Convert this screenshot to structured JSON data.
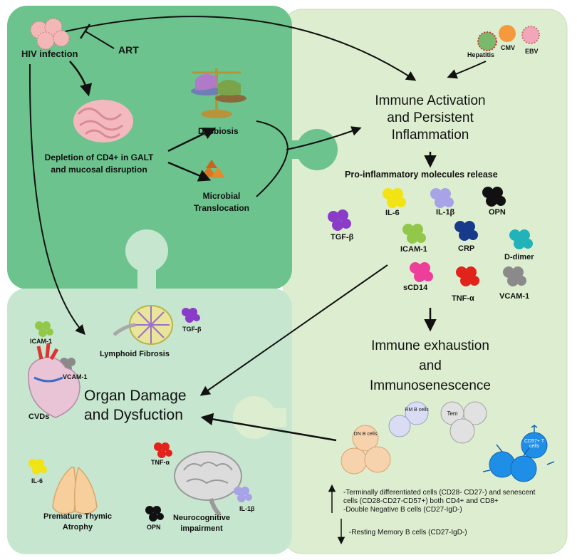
{
  "hiv_panel": {
    "hiv_infection": "HIV infection",
    "art": "ART",
    "depletion_line1": "Depletion of CD4+ in GALT",
    "depletion_line2": "and mucosal disruption",
    "dysbiosis": "Dysbiosis",
    "microbial_line1": "Microbial",
    "microbial_line2": "Translocation"
  },
  "viruses": {
    "hepatitis": "Hepatitis",
    "cmv": "CMV",
    "ebv": "EBV"
  },
  "immune_panel": {
    "activation_line1": "Immune Activation",
    "activation_line2": "and Persistent",
    "activation_line3": "Inflammation",
    "release_title": "Pro-inflammatory molecules release",
    "molecules": {
      "il6": "IL-6",
      "il1b": "IL-1β",
      "opn": "OPN",
      "tgfb": "TGF-β",
      "icam1": "ICAM-1",
      "crp": "CRP",
      "ddimer": "D-dimer",
      "scd14": "sCD14",
      "tnfa": "TNF-α",
      "vcam1": "VCAM-1"
    },
    "exhaustion_line1": "Immune exhaustion",
    "exhaustion_line2": "and",
    "exhaustion_line3": "Immunosenescence",
    "cells": {
      "dn_b": "DN B cells",
      "rm_b": "RM B cells",
      "tem": "Tem",
      "cd57_t": "CD57+ T cells"
    },
    "up_note_line1": "-Terminally differentiated cells (CD28- CD27-) and senescent",
    "up_note_line2": "cells (CD28-CD27-CD57+) both CD4+ and CD8+",
    "up_note_line3": "-Double Negative B cells (CD27-IgD-)",
    "down_note": "-Resting Memory B cells (CD27-IgD-)"
  },
  "organ_panel": {
    "title_line1": "Organ Damage",
    "title_line2": "and Dysfuction",
    "icam1": "ICAM-1",
    "vcam1": "VCAM-1",
    "cvds": "CVDs",
    "lymphoid_fibrosis": "Lymphoid Fibrosis",
    "tgfb": "TGF-β",
    "il6": "IL-6",
    "thymic_line1": "Premature Thymic",
    "thymic_line2": "Atrophy",
    "tnfa": "TNF-α",
    "opn": "OPN",
    "il1b": "IL-1β",
    "neuro_line1": "Neurocognitive",
    "neuro_line2": "impairment"
  },
  "colors": {
    "top_left_panel": "#6dc38d",
    "right_panel": "#ddeed0",
    "bottom_left_panel": "#c6e6cf",
    "il6": "#f2e413",
    "il1b": "#a7a3e6",
    "opn": "#111111",
    "tgfb": "#8a3cc9",
    "icam1": "#92c84a",
    "crp": "#173a8a",
    "ddimer": "#22b3ba",
    "scd14": "#ee3e9b",
    "tnfa": "#e2231b",
    "vcam1": "#8a8a8a"
  }
}
